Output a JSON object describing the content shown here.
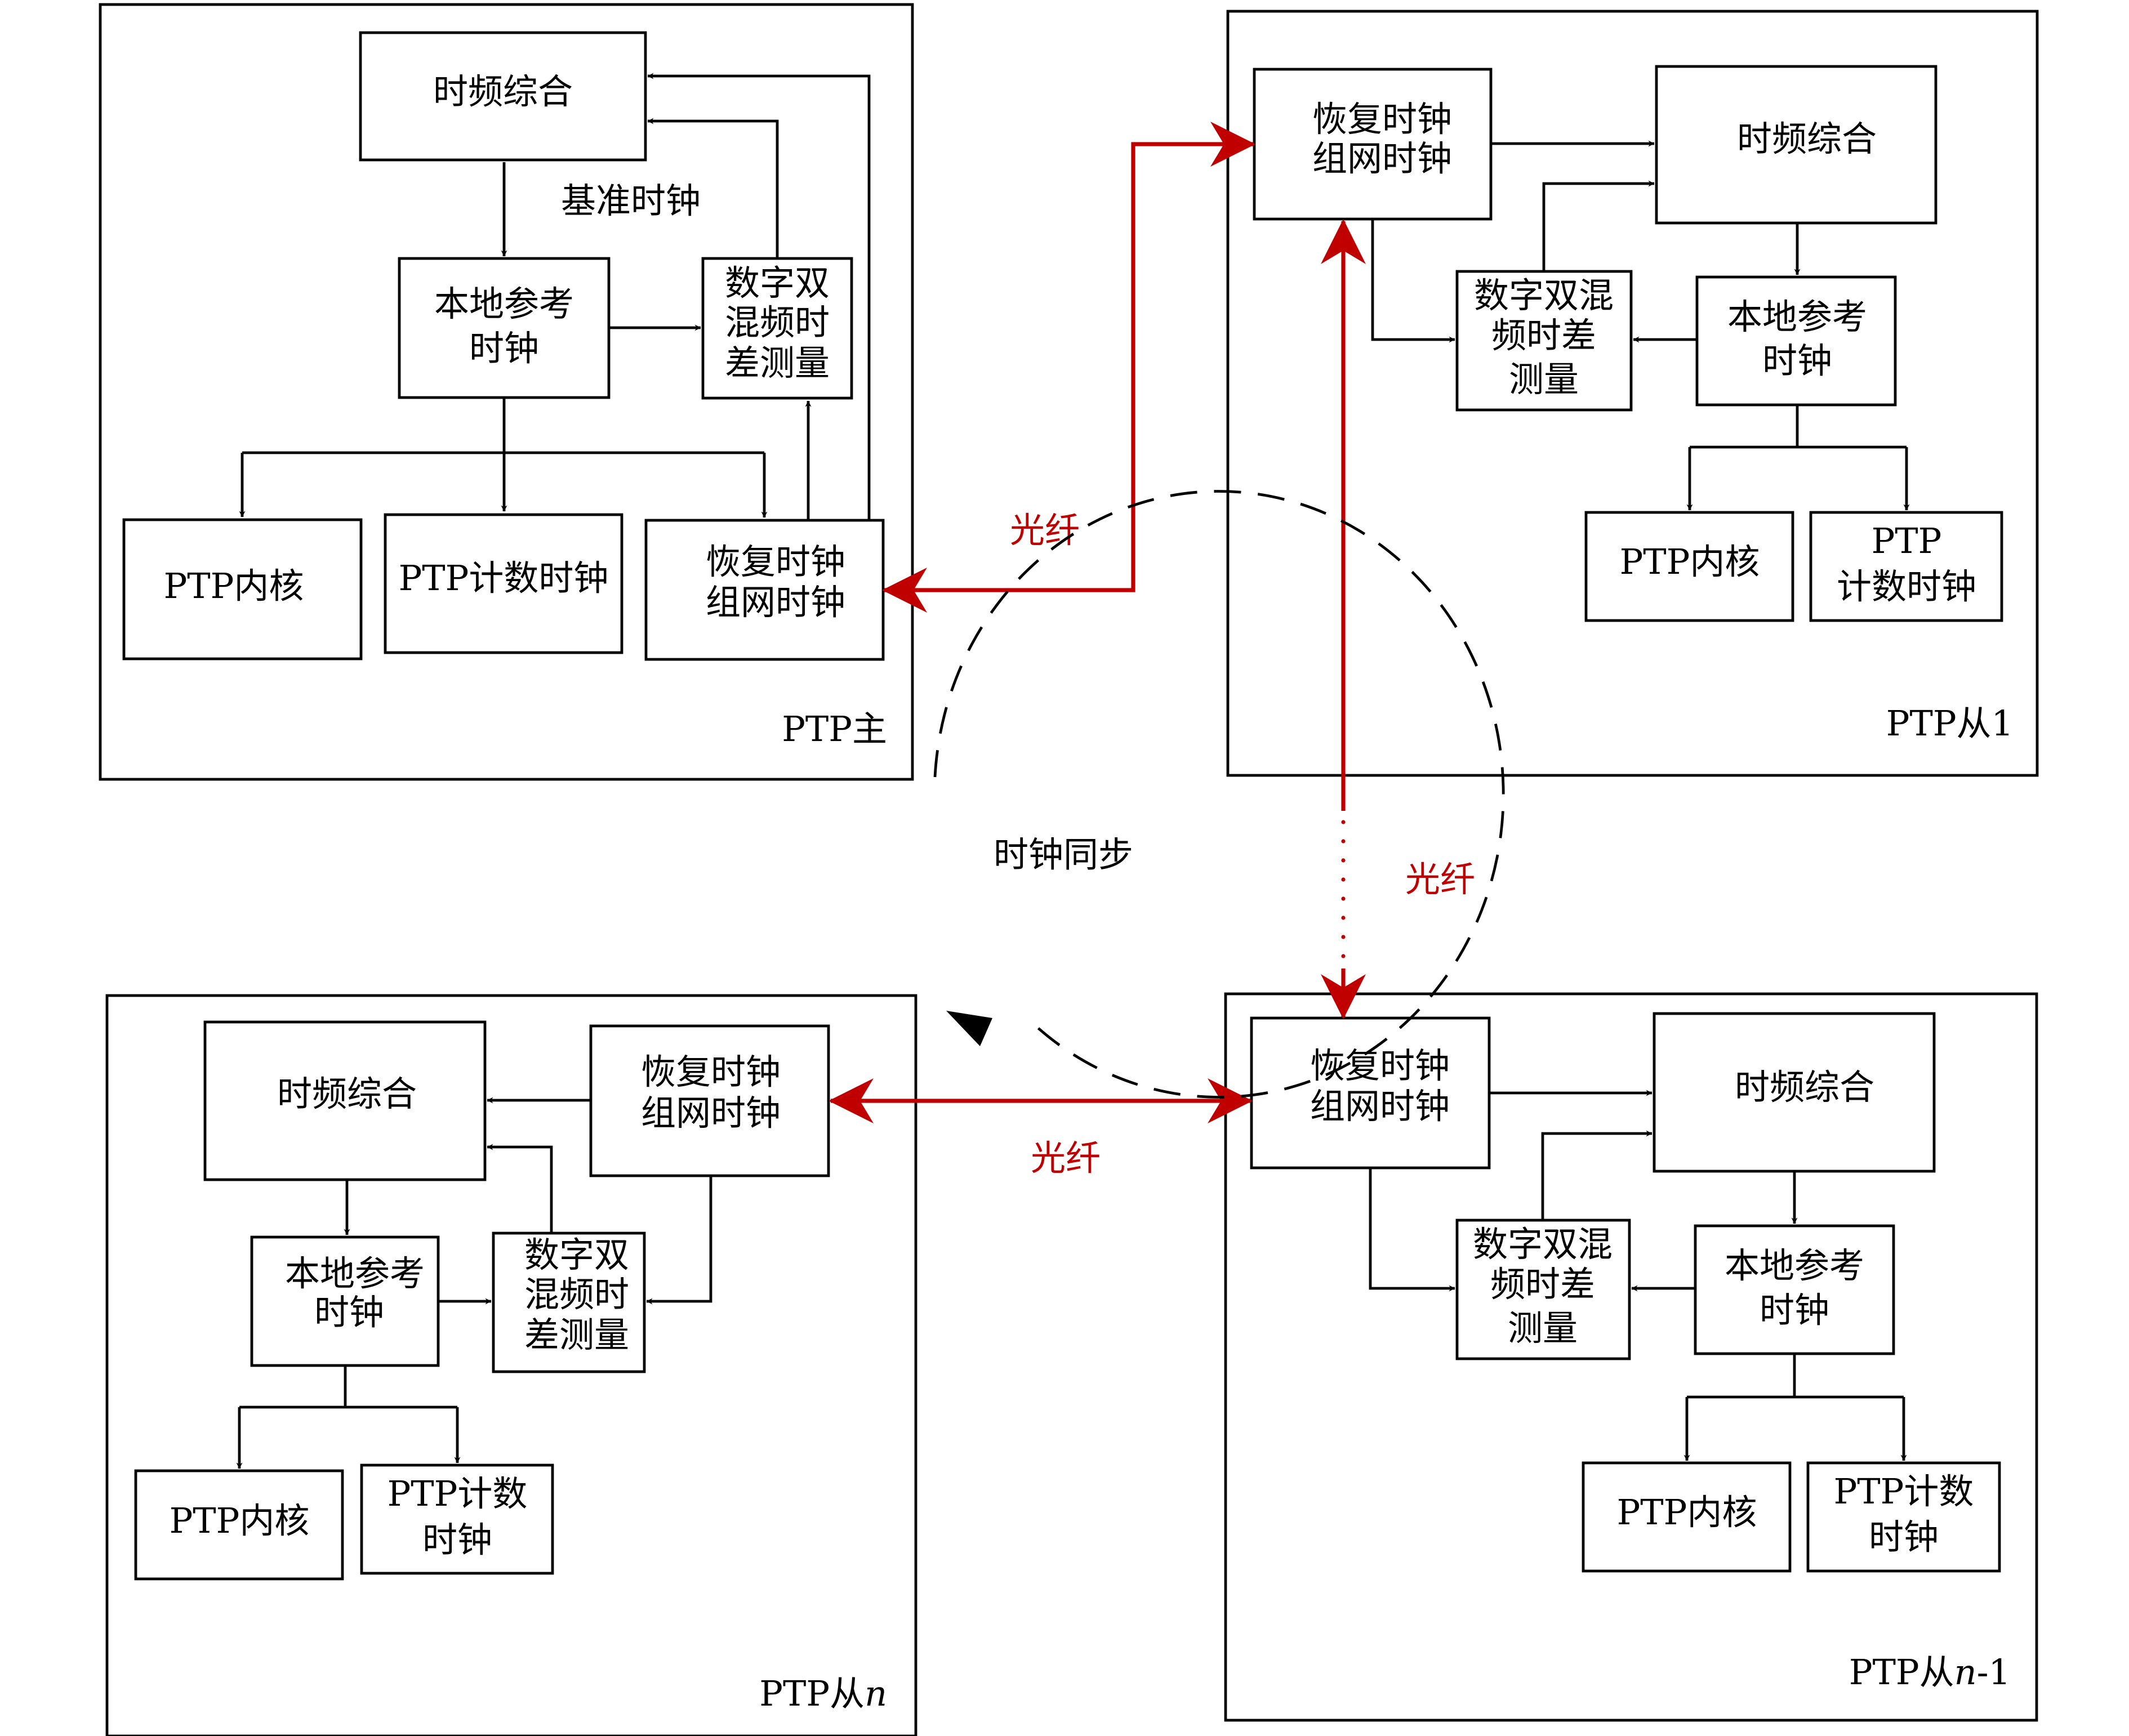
{
  "colors": {
    "fiber": "#c00000",
    "line": "#000000",
    "background": "#ffffff"
  },
  "labels": {
    "tfs": "时频综合",
    "ref_clock": "基准时钟",
    "local_ref_l1": "本地参考",
    "local_ref_l2": "时钟",
    "dmtd_l1": "数字双",
    "dmtd_l2": "混频时",
    "dmtd_l3": "差测量",
    "dmtd_s_l1": "数字双混",
    "dmtd_s_l2": "频时差",
    "dmtd_s_l3": "测量",
    "ptp_core": "PTP内核",
    "ptp_count_clock": "PTP计数时钟",
    "ptp_count_a": "PTP",
    "ptp_count_b": "计数时钟",
    "ptp_count_c": "PTP计数",
    "ptp_count_d": "时钟",
    "recovery_l1": "恢复时钟",
    "recovery_l2": "组网时钟",
    "fiber": "光纤",
    "clock_sync": "时钟同步"
  },
  "nodes": {
    "master": "PTP主",
    "slave1": "PTP从1",
    "slaven_prefix": "PTP从",
    "slaven_var": "n",
    "slaven1_prefix": "PTP从",
    "slaven1_var": "n",
    "slaven1_suffix": "-1"
  }
}
